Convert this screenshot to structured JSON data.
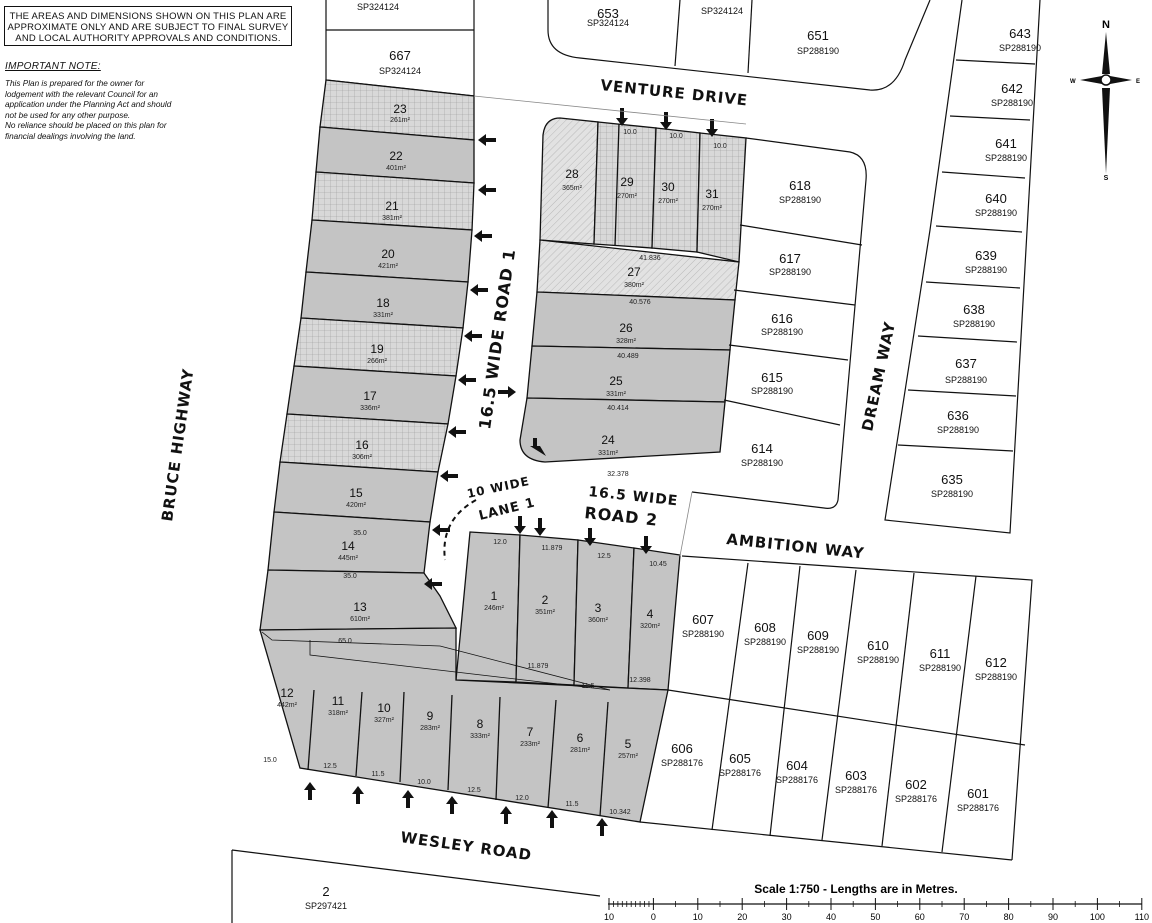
{
  "disclaimer": [
    "THE AREAS AND DIMENSIONS SHOWN ON THIS PLAN ARE",
    "APPROXIMATE ONLY AND ARE SUBJECT TO FINAL SURVEY",
    "AND LOCAL AUTHORITY APPROVALS AND CONDITIONS."
  ],
  "important_note": {
    "heading": "IMPORTANT NOTE:",
    "lines": [
      "This Plan is prepared for the owner for",
      "lodgement with the relevant Council for an",
      "application under the Planning Act and should",
      "not be used for any other purpose.",
      "No reliance should be placed on this plan for",
      "financial dealings involving the land."
    ]
  },
  "roads": {
    "venture": "VENTURE DRIVE",
    "bruce": "BRUCE HIGHWAY",
    "road1": "16.5 WIDE ROAD 1",
    "road2_a": "16.5 WIDE",
    "road2_b": "ROAD 2",
    "lane_a": "10 WIDE",
    "lane_b": "LANE 1",
    "ambition": "AMBITION WAY",
    "dream": "DREAM WAY",
    "wesley": "WESLEY ROAD"
  },
  "compass": {
    "n": "N",
    "s": "S",
    "e": "E",
    "w": "W"
  },
  "scale": {
    "label": "Scale 1:750 - Lengths are in Metres.",
    "ticks": [
      "10",
      "0",
      "10",
      "20",
      "30",
      "40",
      "50",
      "60",
      "70",
      "80",
      "90",
      "100",
      "110"
    ]
  },
  "colors": {
    "proposed_fill": "#c4c4c4",
    "hatched_fill": "#dcdcdc",
    "existing_fill": "#ffffff",
    "line": "#111111"
  },
  "lots_left": [
    {
      "no": "23",
      "area": "261m²"
    },
    {
      "no": "22",
      "area": "401m²"
    },
    {
      "no": "21",
      "area": "381m²"
    },
    {
      "no": "20",
      "area": "421m²"
    },
    {
      "no": "18",
      "area": "331m²"
    },
    {
      "no": "19",
      "area": "266m²"
    },
    {
      "no": "17",
      "area": "336m²"
    },
    {
      "no": "16",
      "area": "306m²"
    },
    {
      "no": "15",
      "area": "420m²"
    },
    {
      "no": "14",
      "area": "445m²"
    },
    {
      "no": "13",
      "area": "610m²"
    }
  ],
  "lots_middle": [
    {
      "no": "28",
      "area": "365m²"
    },
    {
      "no": "29",
      "area": "270m²"
    },
    {
      "no": "30",
      "area": "270m²"
    },
    {
      "no": "31",
      "area": "270m²"
    },
    {
      "no": "27",
      "area": "380m²"
    },
    {
      "no": "26",
      "area": "328m²"
    },
    {
      "no": "25",
      "area": "331m²"
    },
    {
      "no": "24",
      "area": "331m²"
    }
  ],
  "lots_south_top": [
    {
      "no": "1",
      "area": "246m²"
    },
    {
      "no": "2",
      "area": "351m²"
    },
    {
      "no": "3",
      "area": "360m²"
    },
    {
      "no": "4",
      "area": "320m²"
    }
  ],
  "lots_south_bottom": [
    {
      "no": "12",
      "area": "442m²"
    },
    {
      "no": "11",
      "area": "318m²"
    },
    {
      "no": "10",
      "area": "327m²"
    },
    {
      "no": "9",
      "area": "283m²"
    },
    {
      "no": "8",
      "area": "333m²"
    },
    {
      "no": "7",
      "area": "233m²"
    },
    {
      "no": "6",
      "area": "281m²"
    },
    {
      "no": "5",
      "area": "257m²"
    }
  ],
  "existing_top": [
    {
      "no": "653",
      "plan": "SP324124"
    },
    {
      "no": "",
      "plan": "SP324124"
    },
    {
      "no": "",
      "plan": "SP324124"
    },
    {
      "no": "667",
      "plan": "SP324124"
    },
    {
      "no": "651",
      "plan": "SP288190"
    }
  ],
  "existing_east_a": [
    {
      "no": "618",
      "plan": "SP288190"
    },
    {
      "no": "617",
      "plan": "SP288190"
    },
    {
      "no": "616",
      "plan": "SP288190"
    },
    {
      "no": "615",
      "plan": "SP288190"
    },
    {
      "no": "614",
      "plan": "SP288190"
    }
  ],
  "existing_east_b": [
    {
      "no": "643",
      "plan": "SP288190"
    },
    {
      "no": "642",
      "plan": "SP288190"
    },
    {
      "no": "641",
      "plan": "SP288190"
    },
    {
      "no": "640",
      "plan": "SP288190"
    },
    {
      "no": "639",
      "plan": "SP288190"
    },
    {
      "no": "638",
      "plan": "SP288190"
    },
    {
      "no": "637",
      "plan": "SP288190"
    },
    {
      "no": "636",
      "plan": "SP288190"
    },
    {
      "no": "635",
      "plan": "SP288190"
    }
  ],
  "existing_south_top": [
    {
      "no": "607",
      "plan": "SP288190"
    },
    {
      "no": "608",
      "plan": "SP288190"
    },
    {
      "no": "609",
      "plan": "SP288190"
    },
    {
      "no": "610",
      "plan": "SP288190"
    },
    {
      "no": "611",
      "plan": "SP288190"
    },
    {
      "no": "612",
      "plan": "SP288190"
    }
  ],
  "existing_south_bottom": [
    {
      "no": "606",
      "plan": "SP288176"
    },
    {
      "no": "605",
      "plan": "SP288176"
    },
    {
      "no": "604",
      "plan": "SP288176"
    },
    {
      "no": "603",
      "plan": "SP288176"
    },
    {
      "no": "602",
      "plan": "SP288176"
    },
    {
      "no": "601",
      "plan": "SP288176"
    }
  ],
  "existing_bottom": {
    "no": "2",
    "plan": "SP297421"
  },
  "dims": {
    "d1": "35.0",
    "d2": "15.0",
    "d3": "12.5",
    "d4": "11.5",
    "d5": "10.0",
    "d6": "12.5",
    "d7": "12.0",
    "d8": "11.5",
    "d9": "10.342",
    "d10": "41.836",
    "d11": "40.576",
    "d12": "40.489",
    "d13": "40.414",
    "d14": "32.378",
    "d15": "65.0",
    "d16": "11.879",
    "d17": "11.5",
    "d18": "12.0",
    "d19": "11.879",
    "d20": "12.5",
    "d21": "10.45",
    "d22": "10.0",
    "d23": "10.0",
    "d24": "10.0",
    "d25": "12.398"
  }
}
